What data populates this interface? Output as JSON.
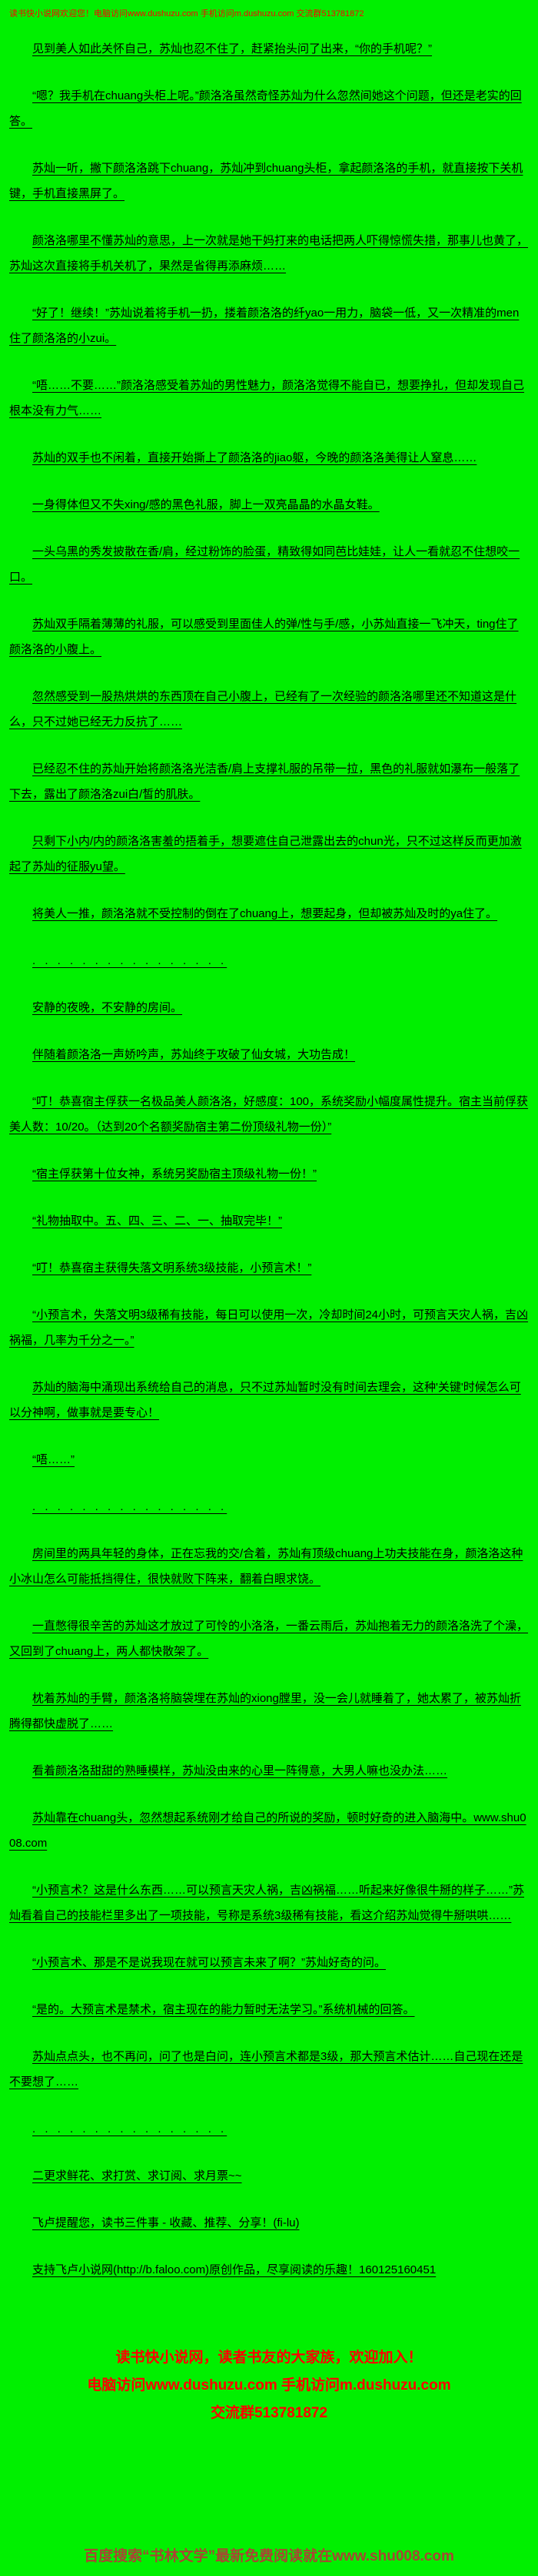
{
  "colors": {
    "bg": "#00f000",
    "ink": "#000000",
    "red": "#ff0000",
    "brick": "#aa4433"
  },
  "header": {
    "notice": "读书快小说网欢迎您！电脑访问www.dushuzu.com 手机访问m.dushuzu.com 交流群513781872"
  },
  "content": {
    "paragraphs": [
      "见到美人如此关怀自己，苏灿也忍不住了，赶紧抬头问了出来，“你的手机呢？”",
      "“嗯？我手机在chuang头柜上呢。”颜洛洛虽然奇怪苏灿为什么忽然间她这个问题，但还是老实的回答。",
      "苏灿一听，撇下颜洛洛跳下chuang，苏灿冲到chuang头柜，拿起颜洛洛的手机，就直接按下关机键，手机直接黑屏了。",
      "颜洛洛哪里不懂苏灿的意思，上一次就是她干妈打来的电话把两人吓得惊慌失措，那事儿也黄了，苏灿这次直接将手机关机了，果然是省得再添麻烦……",
      "“好了！继续！”苏灿说着将手机一扔，搂着颜洛洛的纤yao一用力，脑袋一低，又一次精准的men住了颜洛洛的小zui。",
      "“唔……不要……”颜洛洛感受着苏灿的男性魅力，颜洛洛觉得不能自已，想要挣扎，但却发现自己根本没有力气……",
      "苏灿的双手也不闲着，直接开始撕上了颜洛洛的jiao躯，今晚的颜洛洛美得让人窒息……",
      "一身得体但又不失xing/感的黑色礼服，脚上一双亮晶晶的水晶女鞋。",
      "一头乌黑的秀发披散在香/肩，经过粉饰的脸蛋，精致得如同芭比娃娃，让人一看就忍不住想咬一口。",
      "苏灿双手隔着薄薄的礼服，可以感受到里面佳人的弹/性与手/感，小苏灿直接一飞冲天，ting住了颜洛洛的小腹上。",
      "忽然感受到一股热烘烘的东西顶在自己小腹上，已经有了一次经验的颜洛洛哪里还不知道这是什么，只不过她已经无力反抗了……",
      "已经忍不住的苏灿开始将颜洛洛光洁香/肩上支撑礼服的吊带一拉，黑色的礼服就如瀑布一般落了下去，露出了颜洛洛zui白/皙的肌肤。",
      "只剩下小内/内的颜洛洛害羞的捂着手，想要遮住自己泄露出去的chun光，只不过这样反而更加激起了苏灿的征服yu望。",
      "将美人一推，颜洛洛就不受控制的倒在了chuang上，想要起身，但却被苏灿及时的ya住了。",
      ". . . . . . . . . . . . . . . .",
      "安静的夜晚，不安静的房间。",
      "伴随着颜洛洛一声娇吟声，苏灿终于攻破了仙女城，大功告成！",
      "“叮！恭喜宿主俘获一名极品美人颜洛洛，好感度：100，系统奖励小幅度属性提升。宿主当前俘获美人数：10/20。（达到20个名额奖励宿主第二份顶级礼物一份）”",
      "“宿主俘获第十位女神，系统另奖励宿主顶级礼物一份！”",
      "“礼物抽取中。五、四、三、二、一、抽取完毕！”",
      "“叮！恭喜宿主获得失落文明系统3级技能，小预言术！”",
      "“小预言术，失落文明3级稀有技能，每日可以使用一次，冷却时间24小时，可预言天灾人祸，吉凶祸福，几率为千分之一。”",
      "苏灿的脑海中涌现出系统给自己的消息，只不过苏灿暂时没有时间去理会，这种'关键'时候怎么可以分神啊，做事就是要专心！",
      "“唔……”",
      ". . . . . . . . . . . . . . . .",
      "房间里的两具年轻的身体，正在忘我的交/合着，苏灿有顶级chuang上功夫技能在身，颜洛洛这种小冰山怎么可能抵挡得住，很快就败下阵来，翻着白眼求饶。",
      "一直憋得很辛苦的苏灿这才放过了可怜的小洛洛，一番云雨后，苏灿抱着无力的颜洛洛洗了个澡，又回到了chuang上，两人都快散架了。",
      "枕着苏灿的手臂，颜洛洛将脑袋埋在苏灿的xiong膛里，没一会儿就睡着了，她太累了，被苏灿折腾得都快虚脱了……",
      "看着颜洛洛甜甜的熟睡模样，苏灿没由来的心里一阵得意，大男人嘛也没办法……",
      "苏灿靠在chuang头，忽然想起系统刚才给自己的所说的奖励，顿时好奇的进入脑海中。www.shu008.com",
      "“小预言术？这是什么东西……可以预言天灾人祸，吉凶祸福……听起来好像很牛掰的样子……”苏灿看着自己的技能栏里多出了一项技能，号称是系统3级稀有技能，看这介绍苏灿觉得牛掰哄哄……",
      "“小预言术、那是不是说我现在就可以预言未来了啊？”苏灿好奇的问。",
      "“是的。大预言术是禁术，宿主现在的能力暂时无法学习。”系统机械的回答。",
      "苏灿点点头，也不再问，问了也是白问，连小预言术都是3级，那大预言术估计……自己现在还是不要想了……",
      ". . . . . . . . . . . . . . . .",
      "二更求鲜花、求打赏、求订阅、求月票~~",
      "飞卢提醒您，读书三件事 - 收藏、推荐、分享！(fi-lu)",
      "支持飞卢小说网(http://b.faloo.com)原创作品，尽享阅读的乐趣！160125160451"
    ]
  },
  "footer": {
    "lines": [
      "读书快小说网，读者书友的大家族，欢迎加入！",
      "电脑访问www.dushuzu.com 手机访问m.dushuzu.com",
      "交流群513781872"
    ],
    "baidu_line": "百度搜索“书林文学”最新免费阅读就在www.shu008.com"
  }
}
